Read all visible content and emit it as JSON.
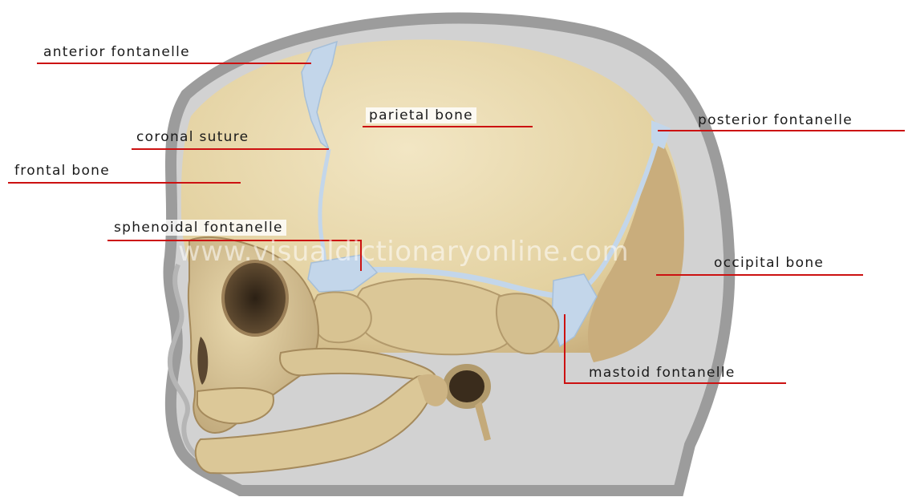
{
  "labels": {
    "anterior_fontanelle": "anterior fontanelle",
    "parietal_bone": "parietal bone",
    "posterior_fontanelle": "posterior fontanelle",
    "coronal_suture": "coronal suture",
    "frontal_bone": "frontal bone",
    "sphenoidal_fontanelle": "sphenoidal fontanelle",
    "occipital_bone": "occipital bone",
    "mastoid_fontanelle": "mastoid fontanelle"
  },
  "watermark": "www.visualdictionaryonline.com",
  "colors": {
    "leader_line": "#cc1111",
    "bone": "#e6d7ad",
    "bone_shadow": "#b89e72",
    "fontanelle": "#c3d6ea",
    "head_silhouette": "#9c9c9c",
    "head_fill": "#cfcfcf"
  }
}
